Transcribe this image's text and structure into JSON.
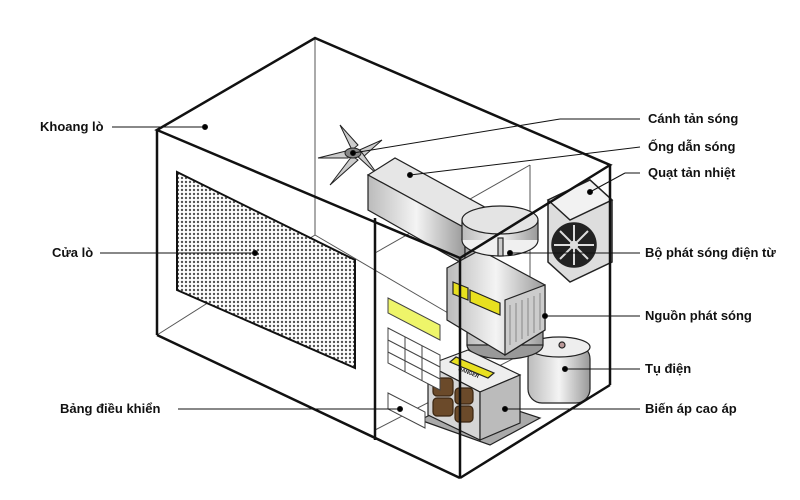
{
  "title": "Cấu tạo lò vi sóng",
  "labels_left": {
    "cavity": "Khoang lò",
    "door": "Cửa lò",
    "control_panel": "Bảng điều khiển"
  },
  "labels_right": {
    "stirrer": "Cánh tản sóng",
    "waveguide": "Ống dẫn sóng",
    "cooling_fan": "Quạt tản nhiệt",
    "magnetron": "Bộ phát sóng điện từ",
    "source": "Nguồn phát sóng",
    "capacitor": "Tụ điện",
    "transformer": "Biến áp cao áp"
  },
  "stickers": {
    "danger": "DANGER"
  },
  "colors": {
    "line": "#111111",
    "sticker": "#e8e020",
    "panel": "#eef56a",
    "coil": "#6b4a2a",
    "metal": "#d8d8d8"
  }
}
